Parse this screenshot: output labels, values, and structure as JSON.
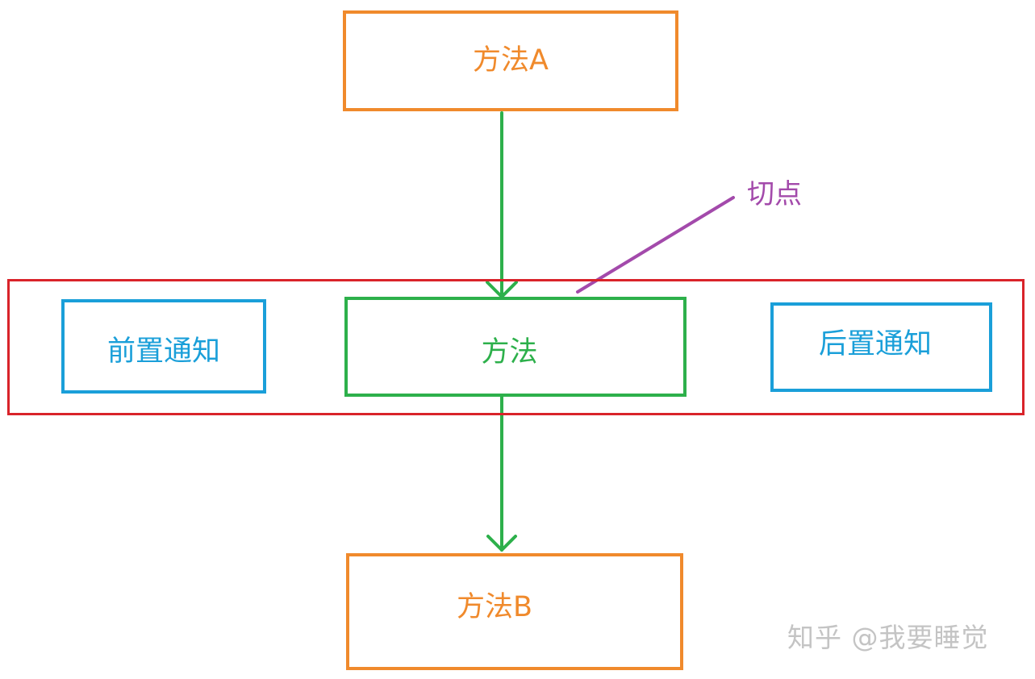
{
  "colors": {
    "method_box": "#f08a2c",
    "method_text": "#f08a2c",
    "core_box": "#2db04b",
    "core_text": "#2db04b",
    "advice_box": "#1a9fd9",
    "advice_text": "#1a9fd9",
    "aspect_frame": "#d9232a",
    "pointcut": "#a34aab",
    "arrow": "#2db04b",
    "watermark": "#bdbdbd"
  },
  "nodes": {
    "method_a": "方法A",
    "method_core": "方法",
    "before_advice": "前置通知",
    "after_advice": "后置通知",
    "method_b": "方法B"
  },
  "annotations": {
    "pointcut": "切点"
  },
  "watermark": {
    "text": "知乎 @我要睡觉"
  },
  "icons": {
    "arrow_down": "arrow-down-icon"
  }
}
